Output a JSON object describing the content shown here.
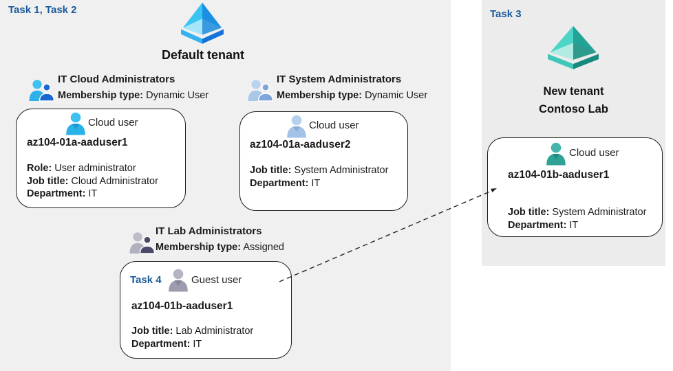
{
  "colors": {
    "task_label_blue": "#1a5a9a",
    "left_panel_bg": "#f0f0f0",
    "right_panel_bg": "#ececec",
    "card_border": "#1c1c1c",
    "default_tenant_icon_blue": "#1b90e3",
    "default_tenant_icon_cyan": "#39c4f3",
    "new_tenant_icon_teal": "#23a296",
    "arrow_color": "#222222"
  },
  "icons": {
    "default_tenant": "azure-ad-tenant-icon-blue",
    "new_tenant": "azure-ad-tenant-icon-teal",
    "group": "two-people-group-icon",
    "user": "person-icon"
  },
  "left_panel": {
    "task_label": "Task 1, Task 2",
    "tenant_title": "Default tenant",
    "groups": [
      {
        "name": "IT Cloud Administrators",
        "membership_label": "Membership type:",
        "membership_value": "Dynamic User"
      },
      {
        "name": "IT System Administrators",
        "membership_label": "Membership type:",
        "membership_value": "Dynamic User"
      },
      {
        "name": "IT Lab Administrators",
        "membership_label": "Membership type:",
        "membership_value": "Assigned"
      }
    ],
    "cards": [
      {
        "type_label": "Cloud user",
        "username": "az104-01a-aaduser1",
        "fields": [
          {
            "label": "Role:",
            "value": "User administrator"
          },
          {
            "label": "Job title:",
            "value": "Cloud Administrator"
          },
          {
            "label": "Department:",
            "value": "IT"
          }
        ]
      },
      {
        "type_label": "Cloud user",
        "username": "az104-01a-aaduser2",
        "fields": [
          {
            "label": "Job title:",
            "value": "System Administrator"
          },
          {
            "label": "Department:",
            "value": "IT"
          }
        ]
      },
      {
        "task_label": "Task 4",
        "type_label": "Guest user",
        "username": "az104-01b-aaduser1",
        "fields": [
          {
            "label": "Job title:",
            "value": "Lab Administrator"
          },
          {
            "label": "Department:",
            "value": "IT"
          }
        ]
      }
    ]
  },
  "right_panel": {
    "task_label": "Task 3",
    "tenant_title_line1": "New tenant",
    "tenant_title_line2": "Contoso Lab",
    "card": {
      "type_label": "Cloud user",
      "username": "az104-01b-aaduser1",
      "fields": [
        {
          "label": "Job title:",
          "value": "System Administrator"
        },
        {
          "label": "Department:",
          "value": "IT"
        }
      ]
    }
  }
}
